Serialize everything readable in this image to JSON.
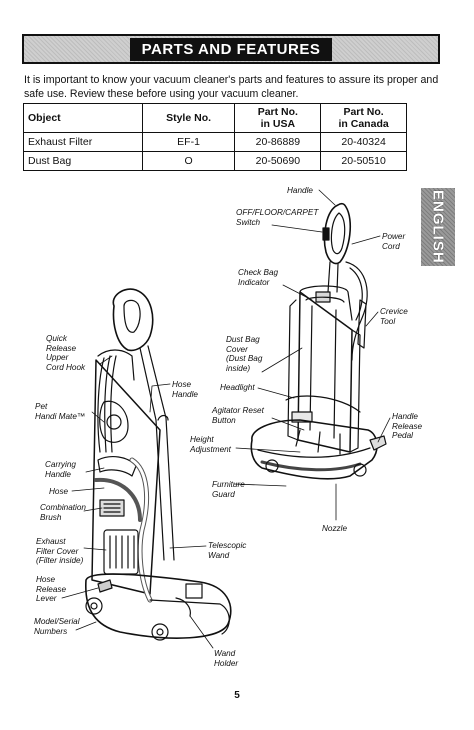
{
  "header": {
    "title": "PARTS AND FEATURES"
  },
  "intro": "It is important to know your vacuum cleaner's parts and features to assure its proper and safe use. Review these before using your vacuum cleaner.",
  "table": {
    "headers": [
      "Object",
      "Style No.",
      "Part No.\nin USA",
      "Part No.\nin Canada"
    ],
    "rows": [
      [
        "Exhaust Filter",
        "EF-1",
        "20-86889",
        "20-40324"
      ],
      [
        "Dust Bag",
        "O",
        "20-50690",
        "20-50510"
      ]
    ]
  },
  "side_tab": "ENGLISH",
  "labels": {
    "handle": "Handle",
    "off_switch": "OFF/FLOOR/CARPET\nSwitch",
    "power_cord": "Power\nCord",
    "check_bag": "Check Bag\nIndicator",
    "crevice_tool": "Crevice\nTool",
    "quick_release": "Quick\nRelease\nUpper\nCord Hook",
    "dust_bag_cover": "Dust Bag\nCover\n(Dust Bag\ninside)",
    "hose_handle": "Hose\nHandle",
    "headlight": "Headlight",
    "pet_handi_mate": "Pet\nHandi Mate™",
    "agitator_reset": "Agitator Reset\nButton",
    "handle_release_pedal": "Handle\nRelease\nPedal",
    "height_adjustment": "Height\nAdjustment",
    "carrying_handle": "Carrying\nHandle",
    "hose": "Hose",
    "furniture_guard": "Furniture\nGuard",
    "combination_brush": "Combination\nBrush",
    "nozzle": "Nozzle",
    "exhaust_filter_cover": "Exhaust\nFilter Cover\n(Filter inside)",
    "telescopic_wand": "Telescopic\nWand",
    "hose_release_lever": "Hose\nRelease\nLever",
    "model_serial": "Model/Serial\nNumbers",
    "wand_holder": "Wand\nHolder"
  },
  "page_number": "5"
}
